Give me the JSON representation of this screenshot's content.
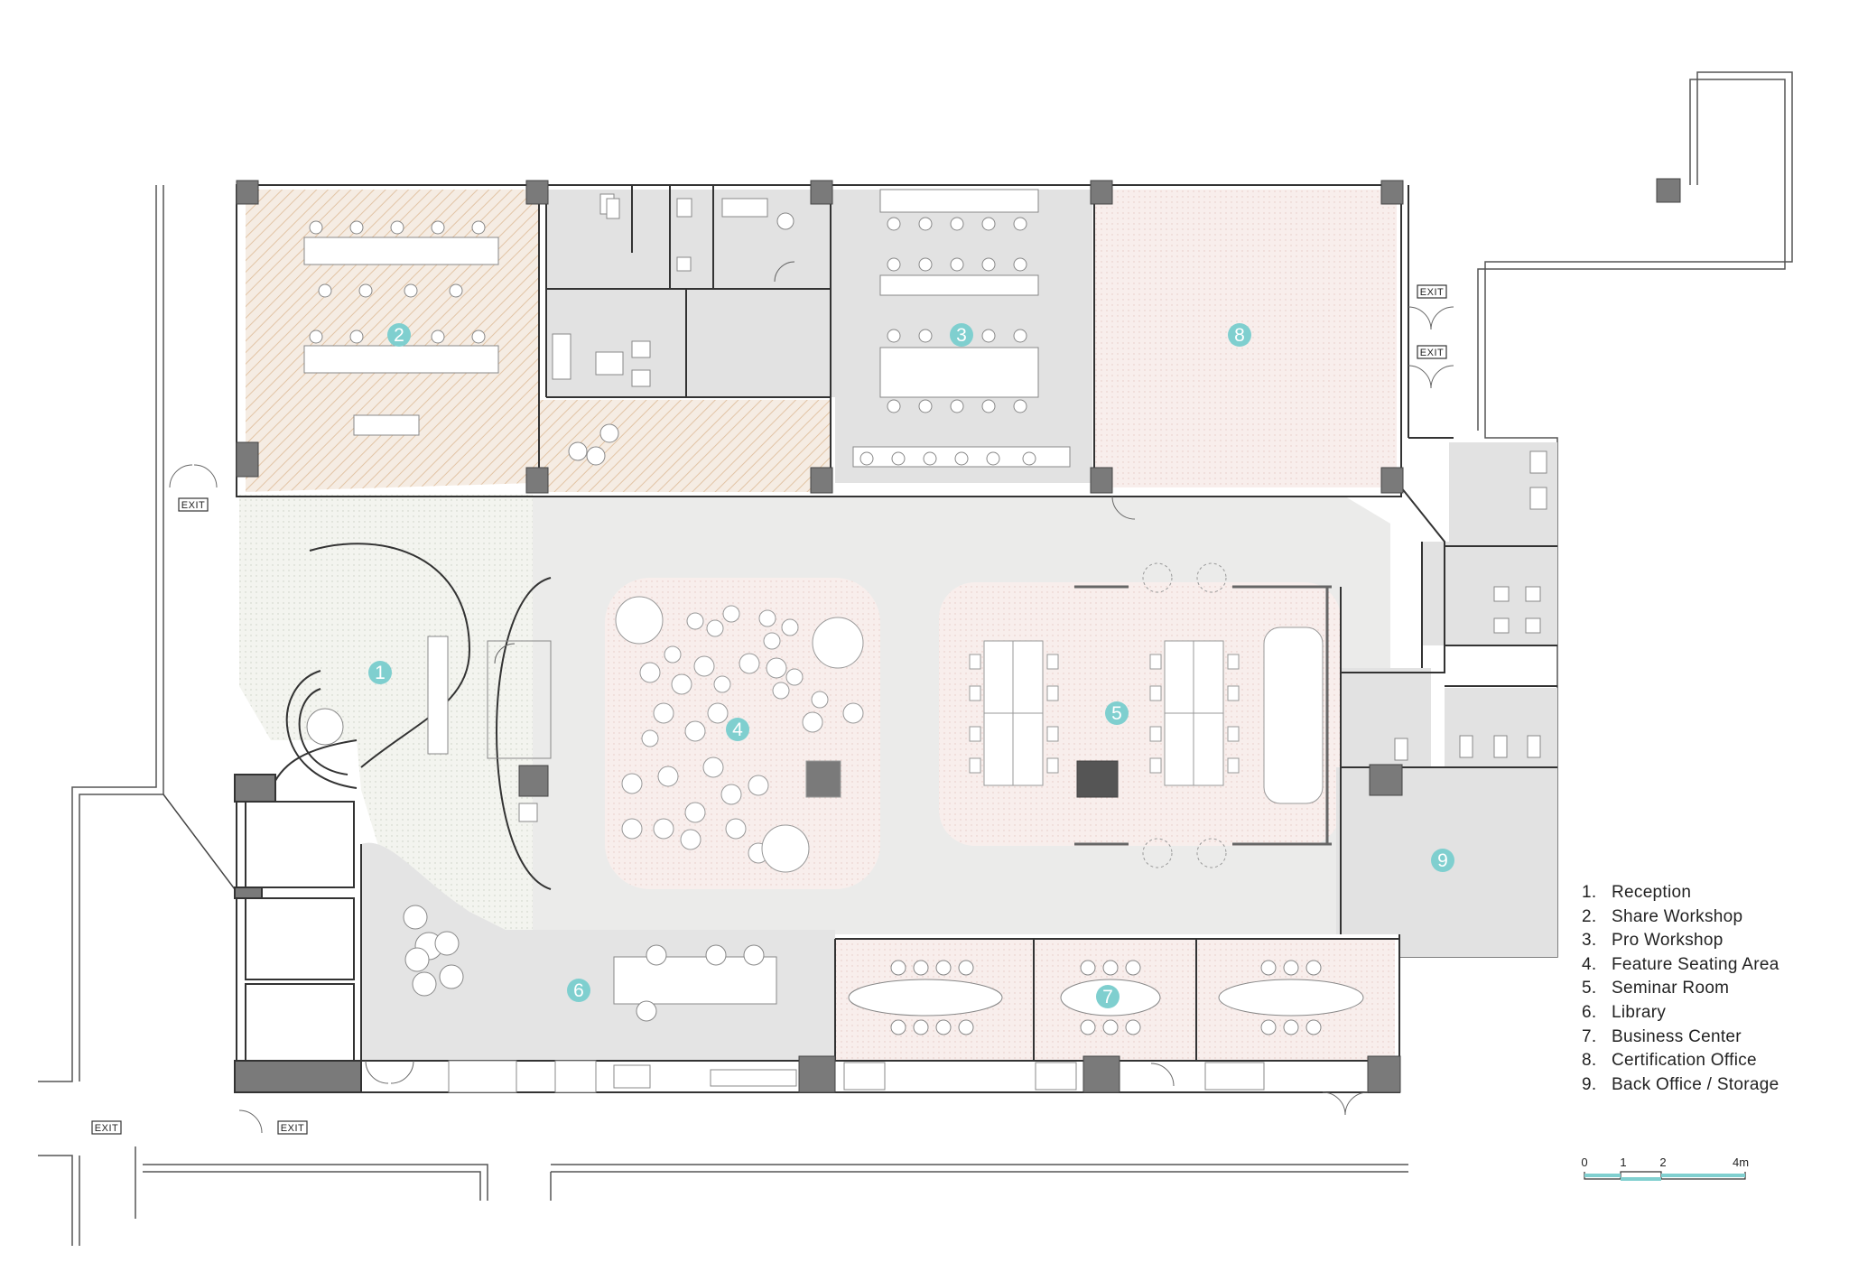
{
  "rooms": [
    {
      "number": "1",
      "name": "Reception"
    },
    {
      "number": "2",
      "name": "Share Workshop"
    },
    {
      "number": "3",
      "name": "Pro Workshop"
    },
    {
      "number": "4",
      "name": "Feature Seating Area"
    },
    {
      "number": "5",
      "name": "Seminar Room"
    },
    {
      "number": "6",
      "name": "Library"
    },
    {
      "number": "7",
      "name": "Business Center"
    },
    {
      "number": "8",
      "name": "Certification Office"
    },
    {
      "number": "9",
      "name": "Back Office / Storage"
    }
  ],
  "legend": [
    {
      "num": "1.",
      "label": "Reception"
    },
    {
      "num": "2.",
      "label": "Share Workshop"
    },
    {
      "num": "3.",
      "label": "Pro Workshop"
    },
    {
      "num": "4.",
      "label": "Feature Seating Area"
    },
    {
      "num": "5.",
      "label": "Seminar Room"
    },
    {
      "num": "6.",
      "label": "Library"
    },
    {
      "num": "7.",
      "label": "Business Center"
    },
    {
      "num": "8.",
      "label": "Certification Office"
    },
    {
      "num": "9.",
      "label": "Back Office / Storage"
    }
  ],
  "exit_label": "EXIT",
  "scale_bar": {
    "ticks": [
      "0",
      "1",
      "2",
      "4m"
    ]
  },
  "colors": {
    "marker": "#7fcfcf",
    "column": "#7a7a7a",
    "corridor": "#ebebea",
    "grey_room": "#e0e0e0",
    "pink_zone": "#f7ecea",
    "tan_hatch": "#e9c9a8",
    "wall": "#333333"
  }
}
